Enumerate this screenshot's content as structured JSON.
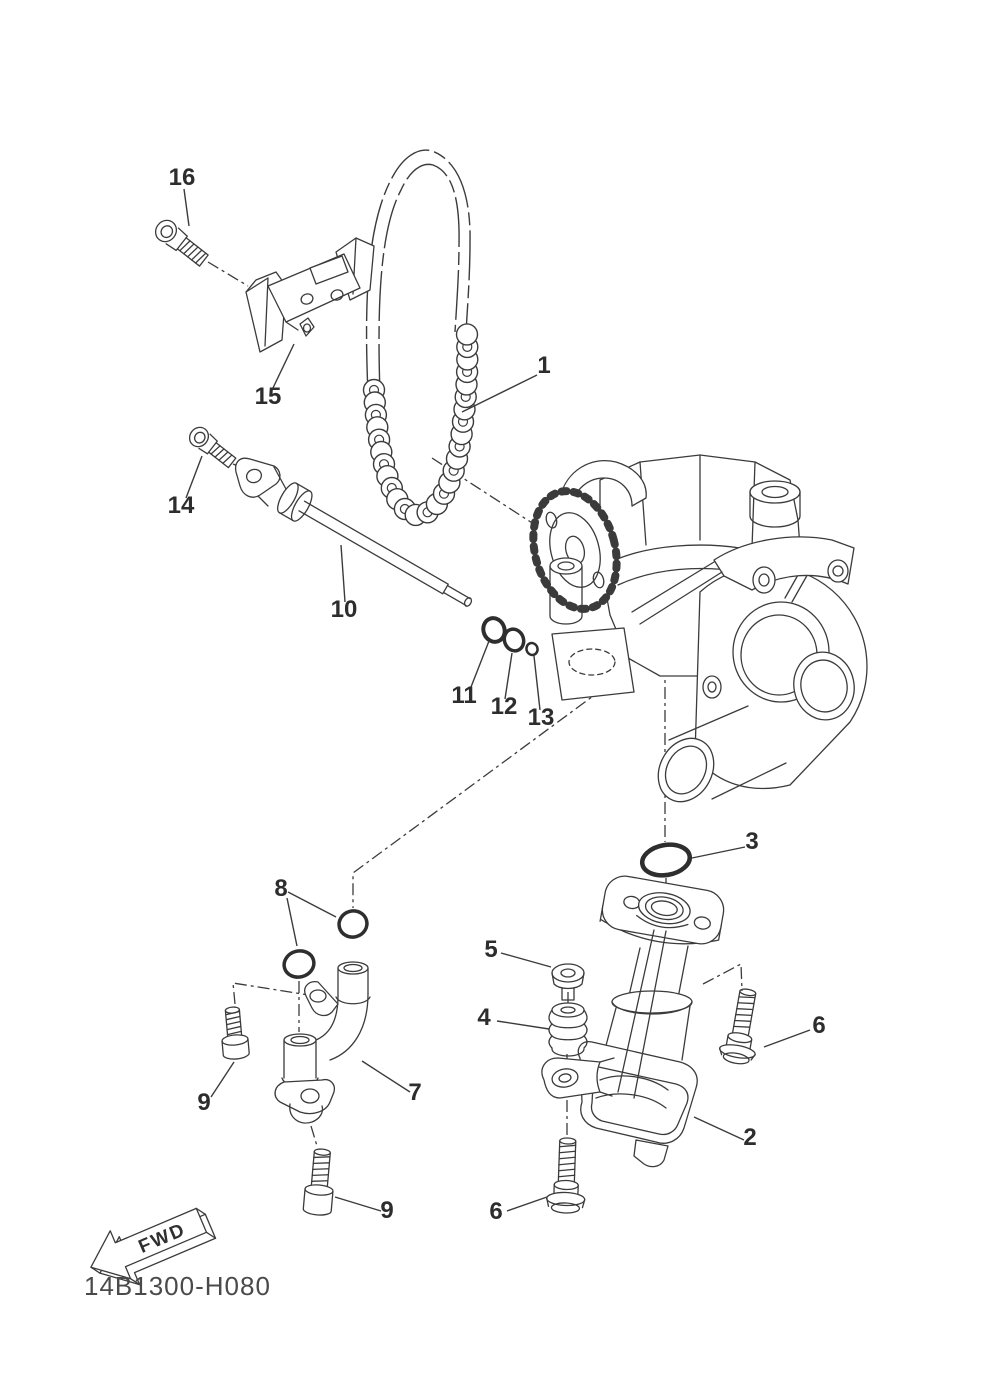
{
  "diagram": {
    "figure_code": "14B1300-H080",
    "fwd_arrow_label": "FWD",
    "background_color": "#ffffff",
    "line_color": "#3b3b3b",
    "callouts": [
      "16",
      "15",
      "1",
      "14",
      "10",
      "11",
      "12",
      "13",
      "3",
      "8",
      "5",
      "4",
      "9",
      "7",
      "6",
      "2",
      "9",
      "6"
    ]
  }
}
